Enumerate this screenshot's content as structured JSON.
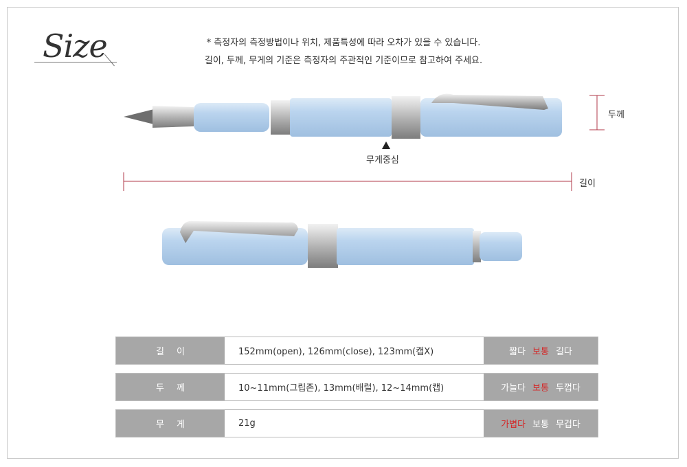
{
  "header": {
    "title": "Size",
    "notice_line1": "* 측정자의 측정방법이나 위치, 제품특성에 따라 오차가 있을 수 있습니다.",
    "notice_line2": "길이, 두께, 무게의 기준은 측정자의 주관적인 기준이므로 참고하여 주세요."
  },
  "diagram": {
    "thickness_label": "두께",
    "center_of_gravity_label": "무게중심",
    "length_label": "길이"
  },
  "specs": [
    {
      "name": "길이",
      "value": "152mm(open), 126mm(close), 123mm(캡X)",
      "scale": [
        "짧다",
        "보통",
        "길다"
      ],
      "selected": 1
    },
    {
      "name": "두께",
      "value": "10~11mm(그립존), 13mm(배럴), 12~14mm(캡)",
      "scale": [
        "가늘다",
        "보통",
        "두껍다"
      ],
      "selected": 1
    },
    {
      "name": "무게",
      "value": "21g",
      "scale": [
        "가볍다",
        "보통",
        "무겁다"
      ],
      "selected": 0
    }
  ],
  "colors": {
    "pen_body": "#b9d3ec",
    "metal": "#c9c9c9",
    "highlight": "#d32a2a",
    "dimension_line": "#b23a48"
  }
}
